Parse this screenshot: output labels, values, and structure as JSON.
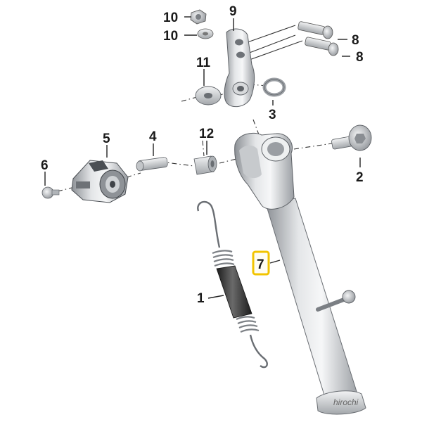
{
  "callouts": {
    "p1": "1",
    "p2": "2",
    "p3": "3",
    "p4": "4",
    "p5": "5",
    "p6": "6",
    "p7": "7",
    "p8a": "8",
    "p8b": "8",
    "p9": "9",
    "p10a": "10",
    "p10b": "10",
    "p11": "11",
    "p12": "12"
  },
  "highlight_color": "#f2c400",
  "watermark": "hirochi"
}
